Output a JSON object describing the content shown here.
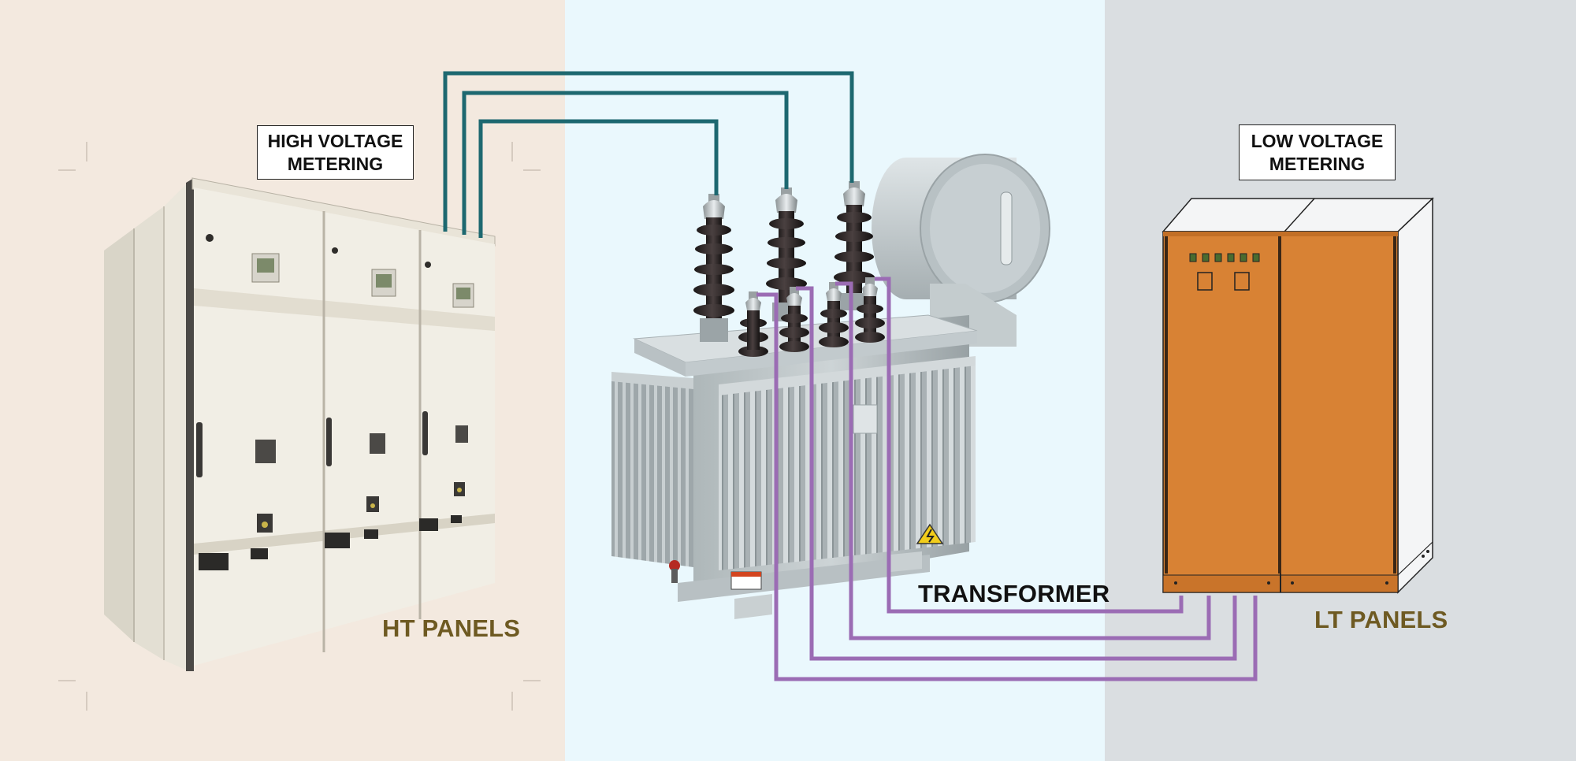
{
  "hv_metering": {
    "line1": "HIGH VOLTAGE",
    "line2": "METERING"
  },
  "lv_metering": {
    "line1": "LOW VOLTAGE",
    "line2": "METERING"
  },
  "labels": {
    "ht_panels": "HT PANELS",
    "transformer": "TRANSFORMER",
    "lt_panels": "LT PANELS"
  },
  "colors": {
    "left_background": "#f3e9df",
    "middle_background": "#eaf8fd",
    "right_background": "#dadee1",
    "hv_cable": "#1d6870",
    "lv_cable": "#9b6cb4",
    "lt_panel": "#d88234",
    "section_label": "#6e5a22"
  },
  "icons": [
    "high-voltage-warning-icon",
    "drain-valve-icon"
  ]
}
